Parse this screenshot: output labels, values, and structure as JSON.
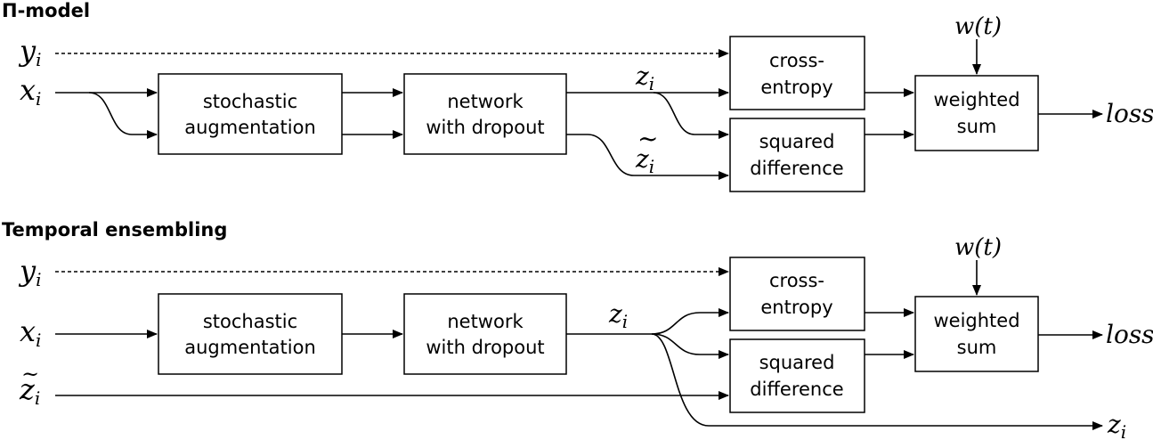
{
  "panels": [
    {
      "title": "Π-model",
      "label_y": "y",
      "label_x": "x",
      "label_z": "z",
      "label_z_tilde": "z",
      "sub_i": "i",
      "tilde": "~",
      "box_aug_l1": "stochastic",
      "box_aug_l2": "augmentation",
      "box_net_l1": "network",
      "box_net_l2": "with dropout",
      "box_ce_l1": "cross-",
      "box_ce_l2": "entropy",
      "box_sq_l1": "squared",
      "box_sq_l2": "difference",
      "box_ws_l1": "weighted",
      "box_ws_l2": "sum",
      "weight": "w(t)",
      "output": "loss"
    },
    {
      "title": "Temporal ensembling",
      "label_y": "y",
      "label_x": "x",
      "label_z": "z",
      "label_z_tilde": "z",
      "label_z_out": "z",
      "sub_i": "i",
      "tilde": "~",
      "box_aug_l1": "stochastic",
      "box_aug_l2": "augmentation",
      "box_net_l1": "network",
      "box_net_l2": "with dropout",
      "box_ce_l1": "cross-",
      "box_ce_l2": "entropy",
      "box_sq_l1": "squared",
      "box_sq_l2": "difference",
      "box_ws_l1": "weighted",
      "box_ws_l2": "sum",
      "weight": "w(t)",
      "output": "loss"
    }
  ]
}
